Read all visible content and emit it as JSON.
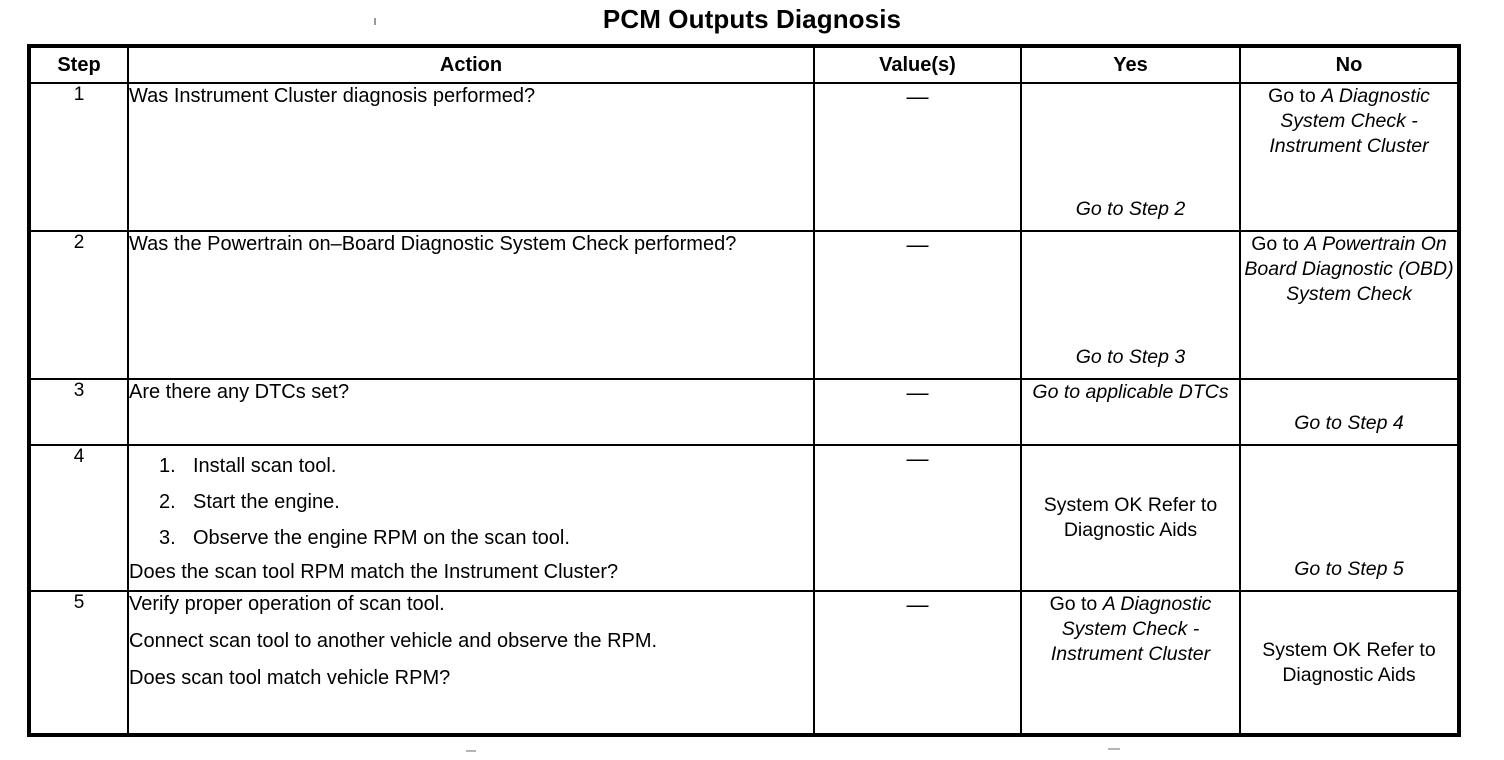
{
  "document": {
    "title": "PCM Outputs Diagnosis"
  },
  "table": {
    "headers": {
      "step": "Step",
      "action": "Action",
      "value": "Value(s)",
      "yes": "Yes",
      "no": "No"
    },
    "rows": [
      {
        "step": "1",
        "action_text": "Was Instrument Cluster diagnosis performed?",
        "value": "—",
        "yes_text": "Go to Step 2",
        "no_prefix": "Go to ",
        "no_italic": "A Diagnostic System Check - Instrument Cluster"
      },
      {
        "step": "2",
        "action_text": "Was the Powertrain on–Board Diagnostic System Check performed?",
        "value": "—",
        "yes_text": "Go to Step 3",
        "no_prefix": "Go to ",
        "no_italic": "A Powertrain On Board Diagnostic (OBD) System Check"
      },
      {
        "step": "3",
        "action_text": "Are there any DTCs set?",
        "value": "—",
        "yes_text": "Go to applicable DTCs",
        "no_text": "Go to Step 4"
      },
      {
        "step": "4",
        "action_list": [
          "Install scan tool.",
          "Start the engine.",
          "Observe the engine RPM on the scan tool."
        ],
        "action_tail": "Does the scan tool RPM match the Instrument Cluster?",
        "value": "—",
        "yes_text": "System OK Refer to\nDiagnostic Aids",
        "no_text": "Go to Step 5"
      },
      {
        "step": "5",
        "action_paragraphs": [
          "Verify proper operation of scan tool.",
          "Connect scan tool to another vehicle and observe the RPM.",
          "Does scan tool match vehicle RPM?"
        ],
        "value": "—",
        "yes_prefix": "Go to ",
        "yes_italic": "A Diagnostic System Check - Instrument Cluster",
        "no_text": "System OK Refer to Diagnostic Aids"
      }
    ]
  },
  "colors": {
    "ink": "#000000",
    "paper": "#ffffff"
  }
}
